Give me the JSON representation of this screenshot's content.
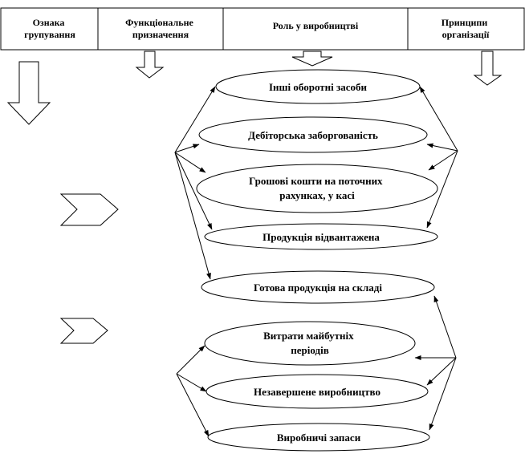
{
  "header": {
    "cells": [
      {
        "lines": [
          "Ознака",
          "групування"
        ]
      },
      {
        "lines": [
          "Функціональне",
          "призначення"
        ]
      },
      {
        "lines": [
          "Роль у виробництві"
        ]
      },
      {
        "lines": [
          "Принципи",
          "організації"
        ]
      }
    ]
  },
  "ellipses": [
    {
      "lines": [
        "Інші оборотні засоби"
      ]
    },
    {
      "lines": [
        "Дебіторська заборгованість"
      ]
    },
    {
      "lines": [
        "Грошові кошти на поточних",
        "рахунках, у касі"
      ]
    },
    {
      "lines": [
        "Продукція відвантажена"
      ]
    },
    {
      "lines": [
        "Готова продукція на складі"
      ]
    },
    {
      "lines": [
        "Витрати майбутніх",
        "періодів"
      ]
    },
    {
      "lines": [
        "Незавершене виробництво"
      ]
    },
    {
      "lines": [
        "Виробничі запаси"
      ]
    }
  ]
}
